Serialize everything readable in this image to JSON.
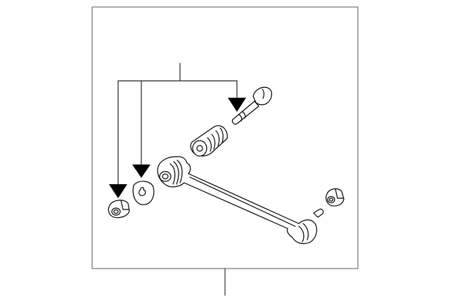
{
  "diagram": {
    "type": "exploded-parts-diagram",
    "parts": [
      "lock-nut",
      "washer",
      "bushing",
      "bolt",
      "control-arm",
      "nut"
    ],
    "colors": {
      "line": "#000000",
      "background": "#ffffff",
      "frame": "#555555"
    }
  }
}
